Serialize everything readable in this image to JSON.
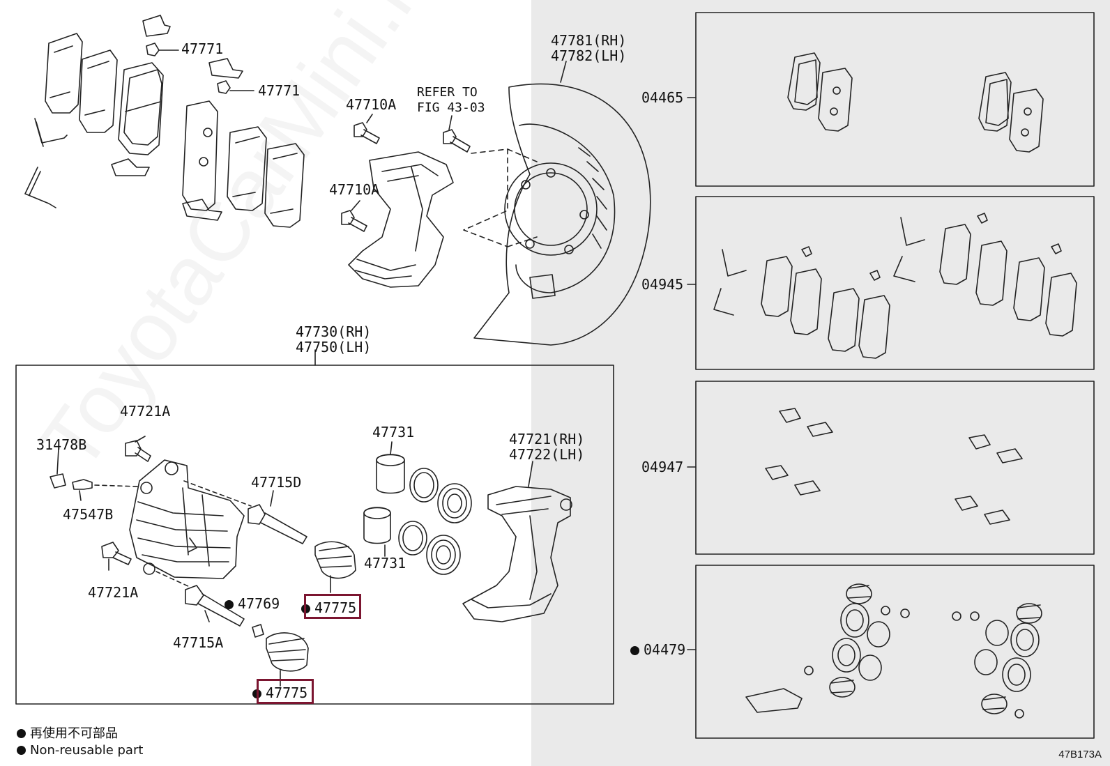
{
  "labels": {
    "l47771a": "47771",
    "l47771b": "47771",
    "l47710a1": "47710A",
    "l47710a2": "47710A",
    "refer1": "REFER TO",
    "refer2": "FIG 43-03",
    "l47781": "47781(RH)",
    "l47782": "47782(LH)",
    "l47730": "47730(RH)",
    "l47750": "47750(LH)",
    "l47721a_top": "47721A",
    "l31478b": "31478B",
    "l47547b": "47547B",
    "l47721a_bot": "47721A",
    "l47715d": "47715D",
    "l47715a": "47715A",
    "l47769": "47769",
    "l47775a": "47775",
    "l47775b": "47775",
    "l47731a": "47731",
    "l47731b": "47731",
    "l47721rh": "47721(RH)",
    "l47722lh": "47722(LH)",
    "k04465": "04465",
    "k04945": "04945",
    "k04947": "04947",
    "k04479": "04479"
  },
  "legend": {
    "line1": "再使用不可部品",
    "line2": "Non-reusable part"
  },
  "watermark": "ToyotaCarMini.ru",
  "figure_code": "47B173A",
  "colors": {
    "highlight": "#7b1530",
    "line": "#222222",
    "shade": "#eaeaea"
  }
}
